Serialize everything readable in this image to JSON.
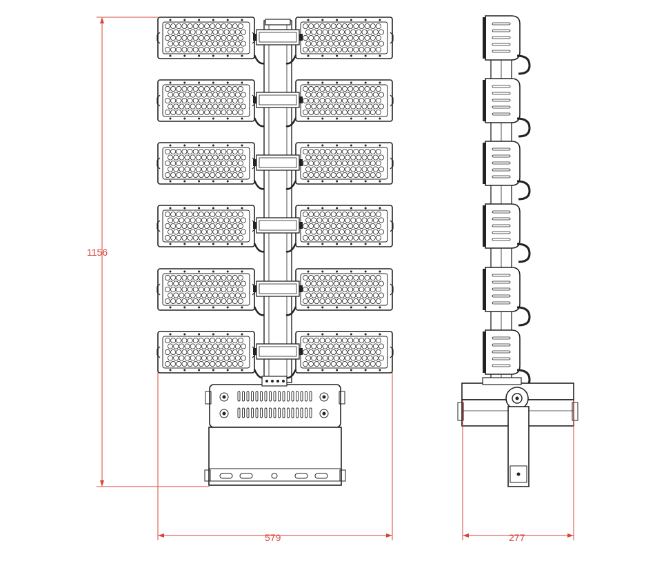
{
  "drawing": {
    "dimensions": {
      "height": "1156",
      "width": "579",
      "depth": "277"
    },
    "colors": {
      "line": "#222222",
      "dimension": "#d9443a",
      "background": "#ffffff"
    },
    "front_view": {
      "module_rows": 6,
      "modules_per_row": 2
    },
    "side_view": {
      "module_count": 6
    }
  }
}
